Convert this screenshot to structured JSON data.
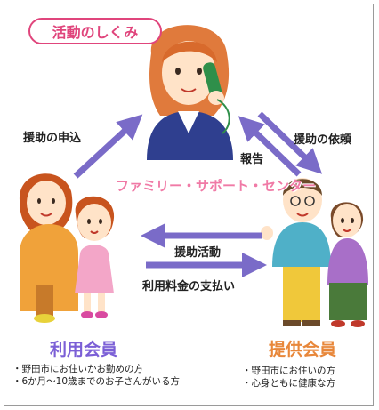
{
  "title": "活動のしくみ",
  "center": "ファミリー・サポート・センター",
  "arrows": {
    "apply": "援助の申込",
    "request": "援助の依頼",
    "report": "報告",
    "activity": "援助活動",
    "payment": "利用料金の支払い"
  },
  "user_member": {
    "name": "利用会員",
    "notes": [
      "野田市にお住いかお勤めの方",
      "6か月～10歳までのお子さんがいる方"
    ]
  },
  "provider_member": {
    "name": "提供会員",
    "notes": [
      "野田市にお住いの方",
      "心身ともに健康な方"
    ]
  },
  "colors": {
    "arrow": "#7a6bc8",
    "title": "#e0457c",
    "user": "#7b5fd6",
    "provider": "#e8873a"
  }
}
